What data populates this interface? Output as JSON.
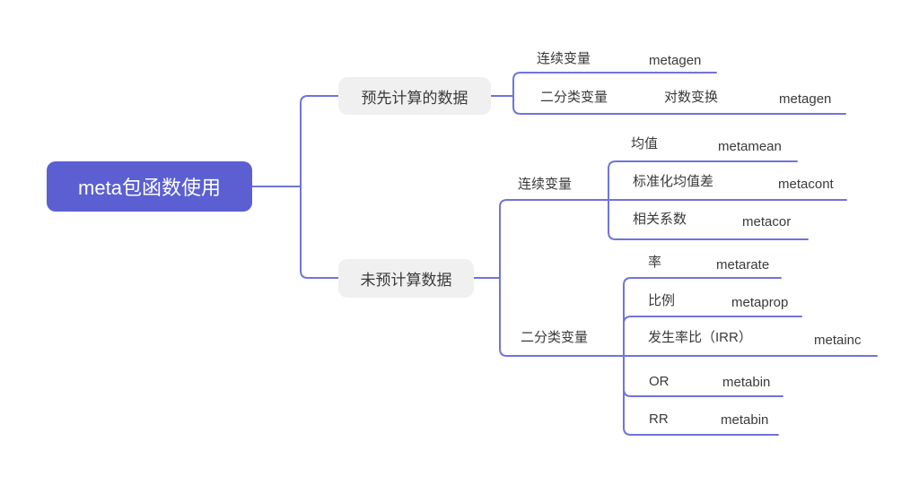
{
  "colors": {
    "root_fill": "#5b5fd2",
    "line_color": "#6f74dc",
    "box_fill": "#f0f0f1",
    "text_color": "#3a3a3a",
    "root_text": "#ffffff"
  },
  "mindmap": {
    "root": {
      "label": "meta包函数使用"
    },
    "branches": [
      {
        "label": "预先计算的数据",
        "children": [
          {
            "label": "连续变量",
            "children": [
              {
                "label": "metagen"
              }
            ]
          },
          {
            "label": "二分类变量",
            "children": [
              {
                "label": "对数变换",
                "children": [
                  {
                    "label": "metagen"
                  }
                ]
              }
            ]
          }
        ]
      },
      {
        "label": "未预计算数据",
        "children": [
          {
            "label": "连续变量",
            "children": [
              {
                "label": "均值",
                "children": [
                  {
                    "label": "metamean"
                  }
                ]
              },
              {
                "label": "标准化均值差",
                "children": [
                  {
                    "label": "metacont"
                  }
                ]
              },
              {
                "label": "相关系数",
                "children": [
                  {
                    "label": "metacor"
                  }
                ]
              }
            ]
          },
          {
            "label": "二分类变量",
            "children": [
              {
                "label": "率",
                "children": [
                  {
                    "label": "metarate"
                  }
                ]
              },
              {
                "label": "比例",
                "children": [
                  {
                    "label": "metaprop"
                  }
                ]
              },
              {
                "label": "发生率比（IRR）",
                "children": [
                  {
                    "label": "metainc"
                  }
                ]
              },
              {
                "label": "OR",
                "children": [
                  {
                    "label": "metabin"
                  }
                ]
              },
              {
                "label": "RR",
                "children": [
                  {
                    "label": "metabin"
                  }
                ]
              }
            ]
          }
        ]
      }
    ]
  }
}
